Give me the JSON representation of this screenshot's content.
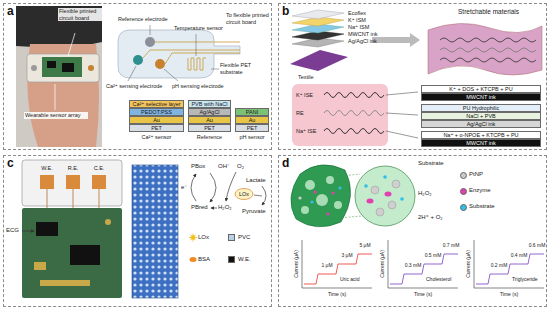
{
  "diagram": {
    "nodes": [
      {
        "text": [
          "a"
        ]
      },
      {
        "text": [
          "Ca²⁺ selective layer"
        ],
        "in": 0
      },
      {
        "text": [
          "PEDOT:PSS"
        ],
        "in": 0
      },
      {
        "text": [
          "Au"
        ],
        "in": 0
      },
      {
        "text": [
          "PET"
        ],
        "in": 0
      },
      {
        "text": [
          "PVB with NaCl"
        ],
        "in": 0
      },
      {
        "text": [
          "Ag/AgCl"
        ],
        "in": 0
      },
      {
        "text": [
          "Au"
        ],
        "in": 0
      },
      {
        "text": [
          "PET"
        ],
        "in": 0
      },
      {
        "text": [
          "PANI"
        ],
        "in": 0
      },
      {
        "text": [
          "Au"
        ],
        "in": 0
      },
      {
        "text": [
          "PET"
        ],
        "in": 0
      },
      {
        "text": [
          "b"
        ]
      },
      {
        "text": [
          "K⁺ + DOS + KTCPB + PU"
        ],
        "in": 12
      },
      {
        "text": [
          "MWCNT ink"
        ],
        "in": 12
      },
      {
        "text": [
          "PU Hydrophilic"
        ],
        "in": 12
      },
      {
        "text": [
          "NaCl + PVB"
        ],
        "in": 12
      },
      {
        "text": [
          "Ag/AgCl ink"
        ],
        "in": 12
      },
      {
        "text": [
          "Na⁺ + o-NPOE + KTCPB + PU"
        ],
        "in": 12
      },
      {
        "text": [
          "MWCNT ink"
        ],
        "in": 12
      },
      {
        "text": [
          "c"
        ]
      },
      {
        "text": [
          "d"
        ]
      }
    ],
    "labels": [
      "Flexible printed circuit board",
      "Wearable sensor array",
      "Reference electrode",
      "To flexible printed circuit board",
      "Ca²⁺ sensing electrode",
      "pH sensing electrode",
      "Temperature sensor",
      "Flexible PET substrate",
      "Ca²⁺ sensor",
      "Reference",
      "pH sensor",
      "Ecoflex",
      "K⁺ ISM",
      "Na⁺ ISM",
      "MWCNT ink",
      "Ag/AgCl ink",
      "Textile",
      "Stretchable materials",
      "K⁺ ISE",
      "RE",
      "Na⁺ ISE",
      "W.E.",
      "R.E.",
      "C.E.",
      "ECG",
      "e⁻",
      "PBox",
      "PBred",
      "OH⁻",
      "O₂",
      "H₂O₂",
      "Lactate",
      "Pyruvate",
      "LOx",
      "Substrate",
      "H₂O₂",
      "2H⁺ + O₂",
      "Current (μA)",
      "Time (s)",
      "1 μM",
      "3 μM",
      "5 μM",
      "Uric acid",
      "Current (μA)",
      "Time (s)",
      "0.3 mM",
      "0.5 mM",
      "0.7 mM",
      "Cholesterol",
      "Current (μA)",
      "Time (s)",
      "0.2 mM",
      "0.4 mM",
      "0.6 mM",
      "Triglyceride"
    ],
    "legend": [
      {
        "text": "LOx"
      },
      {
        "text": "PVC",
        "color": "#b8d0ea"
      },
      {
        "text": "BSA"
      },
      {
        "text": "W.E.",
        "color": "#111111"
      },
      {
        "text": "PtNP",
        "color": "#c9c9c9"
      },
      {
        "text": "Enzyme",
        "color": "#e040b0"
      },
      {
        "text": "Substrate",
        "color": "#2fc0e8"
      }
    ]
  }
}
